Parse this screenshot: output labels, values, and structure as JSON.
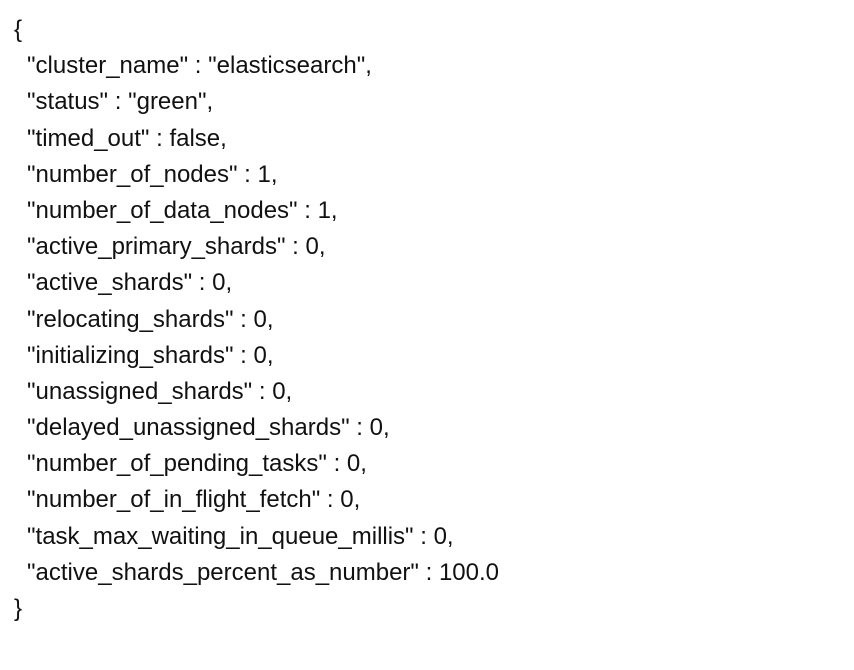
{
  "document": {
    "open_brace": "{",
    "close_brace": "}",
    "lines": [
      "\"cluster_name\" : \"elasticsearch\",",
      "\"status\" : \"green\",",
      "\"timed_out\" : false,",
      "\"number_of_nodes\" : 1,",
      "\"number_of_data_nodes\" : 1,",
      "\"active_primary_shards\" : 0,",
      "\"active_shards\" : 0,",
      "\"relocating_shards\" : 0,",
      "\"initializing_shards\" : 0,",
      "\"unassigned_shards\" : 0,",
      "\"delayed_unassigned_shards\" : 0,",
      "\"number_of_pending_tasks\" : 0,",
      "\"number_of_in_flight_fetch\" : 0,",
      "\"task_max_waiting_in_queue_millis\" : 0,",
      "\"active_shards_percent_as_number\" : 100.0"
    ]
  }
}
